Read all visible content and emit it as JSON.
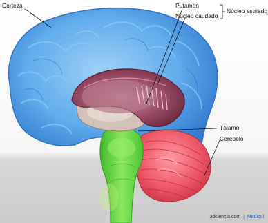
{
  "labels": {
    "corteza": "Corteza",
    "putamen": "Putamen",
    "nucleo_caudado": "Núcleo caudado",
    "nucleo_estriado": "Núcleo estriado",
    "talamo": "Tálamo",
    "cerebelo": "Cerebelo"
  },
  "credit": {
    "site": "3dciencia.com",
    "separator": "|",
    "section": "Medical"
  },
  "colors": {
    "cortex": "#5aa9ec",
    "cortex_dark": "#2f7ed4",
    "striatum": "#8a3b55",
    "thalamus": "#d9c9bf",
    "brainstem": "#6bd63a",
    "cerebellum": "#f05a6a",
    "floor": "#cfcfcf"
  }
}
